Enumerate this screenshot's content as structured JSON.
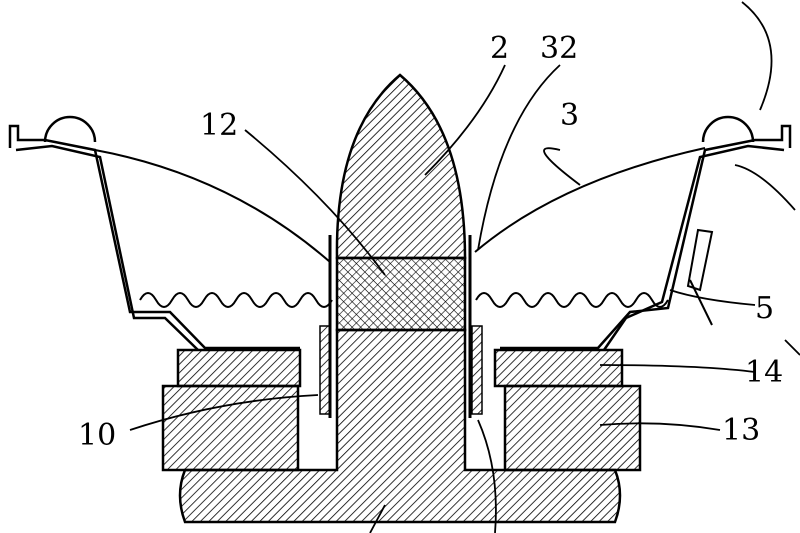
{
  "figure": {
    "type": "patent cross-section drawing of a loudspeaker",
    "labels": {
      "phase_plug": "2",
      "voice_coil_former": "32",
      "plug_section": "12",
      "cone": "3",
      "spider": "5",
      "top_plate": "14",
      "coil_winding": "10",
      "magnet": "13"
    },
    "colors": {
      "ink": "#000000",
      "background": "#ffffff"
    }
  }
}
